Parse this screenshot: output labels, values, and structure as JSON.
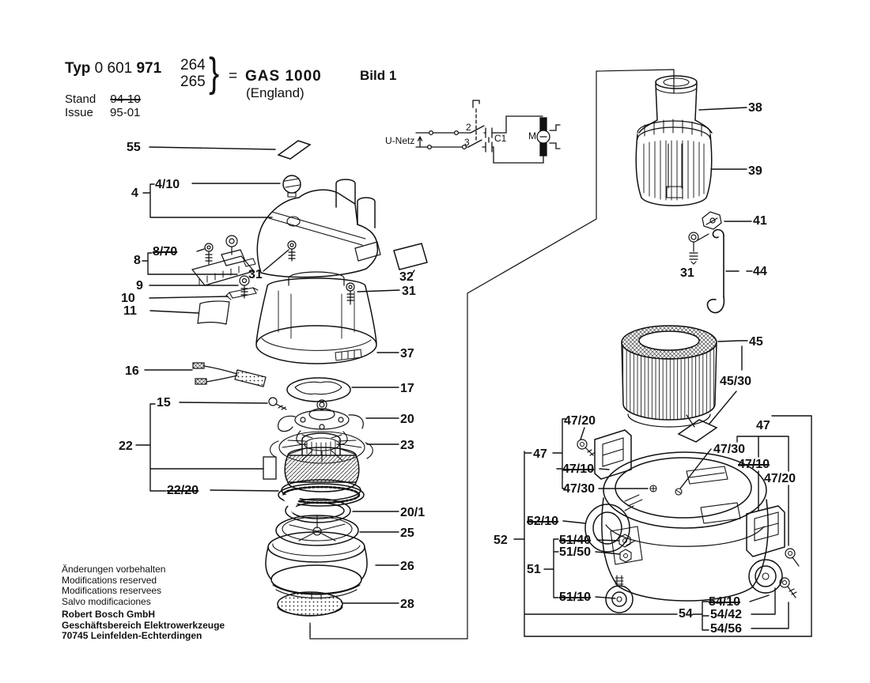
{
  "header": {
    "typ_label": "Typ",
    "typ_number_left": "0 601",
    "typ_number_right": "971",
    "variant_top": "264",
    "variant_bottom": "265",
    "brace": "}",
    "equals": "=",
    "model": "GAS 1000",
    "region": "(England)",
    "sheet": "Bild 1",
    "stand_label": "Stand",
    "stand_value": "94-10",
    "issue_label": "Issue",
    "issue_value": "95-01"
  },
  "circuit": {
    "mains_label": "U-Netz",
    "terminal_2": "2",
    "terminal_3": "3",
    "capacitor": "C1",
    "motor": "M"
  },
  "footer": {
    "line1": "Änderungen vorbehalten",
    "line2": "Modifications reserved",
    "line3": "Modifications reservees",
    "line4": "Salvo modificaciones",
    "line5": "Robert Bosch GmbH",
    "line6": "Geschäftsbereich Elektrowerkzeuge",
    "line7": "70745 Leinfelden-Echterdingen"
  },
  "part_labels": [
    {
      "text": "55",
      "struck": false
    },
    {
      "text": "4",
      "struck": false
    },
    {
      "text": "4/10",
      "struck": false
    },
    {
      "text": "8",
      "struck": false
    },
    {
      "text": "8/70",
      "struck": true
    },
    {
      "text": "31",
      "struck": false
    },
    {
      "text": "9",
      "struck": false
    },
    {
      "text": "10",
      "struck": false
    },
    {
      "text": "11",
      "struck": false
    },
    {
      "text": "32",
      "struck": false
    },
    {
      "text": "31",
      "struck": false
    },
    {
      "text": "37",
      "struck": false
    },
    {
      "text": "16",
      "struck": false
    },
    {
      "text": "17",
      "struck": false
    },
    {
      "text": "15",
      "struck": false
    },
    {
      "text": "20",
      "struck": false
    },
    {
      "text": "22",
      "struck": false
    },
    {
      "text": "23",
      "struck": false
    },
    {
      "text": "22/20",
      "struck": true
    },
    {
      "text": "20/1",
      "struck": false
    },
    {
      "text": "25",
      "struck": false
    },
    {
      "text": "26",
      "struck": false
    },
    {
      "text": "28",
      "struck": false
    },
    {
      "text": "38",
      "struck": false
    },
    {
      "text": "39",
      "struck": false
    },
    {
      "text": "41",
      "struck": false
    },
    {
      "text": "31",
      "struck": false
    },
    {
      "text": "44",
      "struck": false
    },
    {
      "text": "45",
      "struck": false
    },
    {
      "text": "45/30",
      "struck": false
    },
    {
      "text": "47/20",
      "struck": false
    },
    {
      "text": "47",
      "struck": false
    },
    {
      "text": "47/10",
      "struck": true
    },
    {
      "text": "47/30",
      "struck": false
    },
    {
      "text": "47",
      "struck": false
    },
    {
      "text": "47/30",
      "struck": false
    },
    {
      "text": "47/10",
      "struck": true
    },
    {
      "text": "47/20",
      "struck": false
    },
    {
      "text": "52/10",
      "struck": true
    },
    {
      "text": "52",
      "struck": false
    },
    {
      "text": "51/40",
      "struck": true
    },
    {
      "text": "51/50",
      "struck": false
    },
    {
      "text": "51",
      "struck": false
    },
    {
      "text": "51/10",
      "struck": true
    },
    {
      "text": "54/10",
      "struck": true
    },
    {
      "text": "54",
      "struck": false
    },
    {
      "text": "54/42",
      "struck": false
    },
    {
      "text": "54/56",
      "struck": false
    }
  ]
}
